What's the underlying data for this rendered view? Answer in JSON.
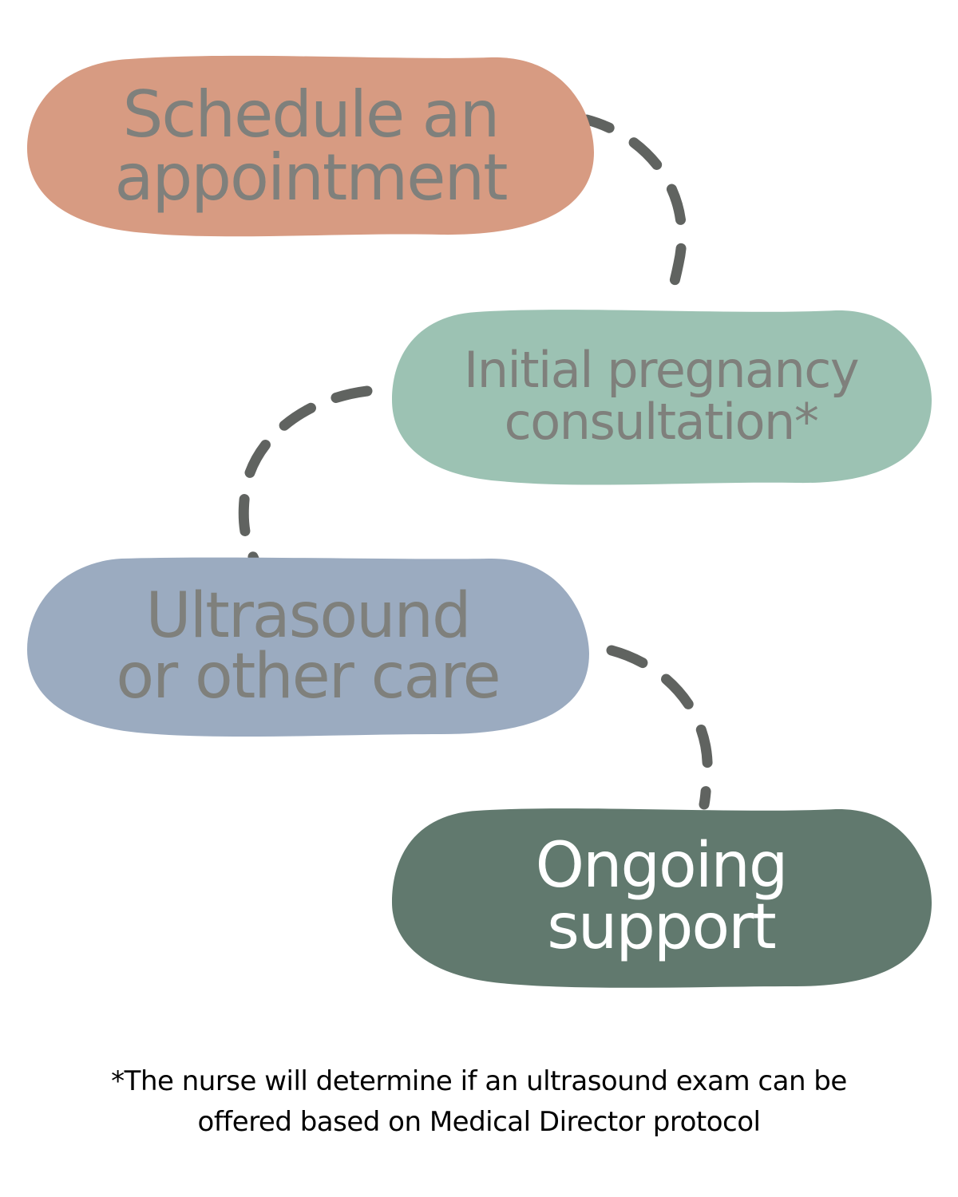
{
  "steps": [
    {
      "line1": "Schedule an",
      "line2": "appointment",
      "color": "#d79b82",
      "text_color": "#7f807c"
    },
    {
      "line1": "Initial pregnancy",
      "line2": "consultation*",
      "color": "#9cc2b3",
      "text_color": "#7f807c"
    },
    {
      "line1": "Ultrasound",
      "line2": "or other care",
      "color": "#9babc0",
      "text_color": "#7f807c"
    },
    {
      "line1": "Ongoing",
      "line2": "support",
      "color": "#61796e",
      "text_color": "#ffffff"
    }
  ],
  "connector_color": "#606360",
  "footnote": {
    "line1": "*The nurse will determine if an ultrasound exam can be",
    "line2": "offered based on Medical Director protocol"
  }
}
